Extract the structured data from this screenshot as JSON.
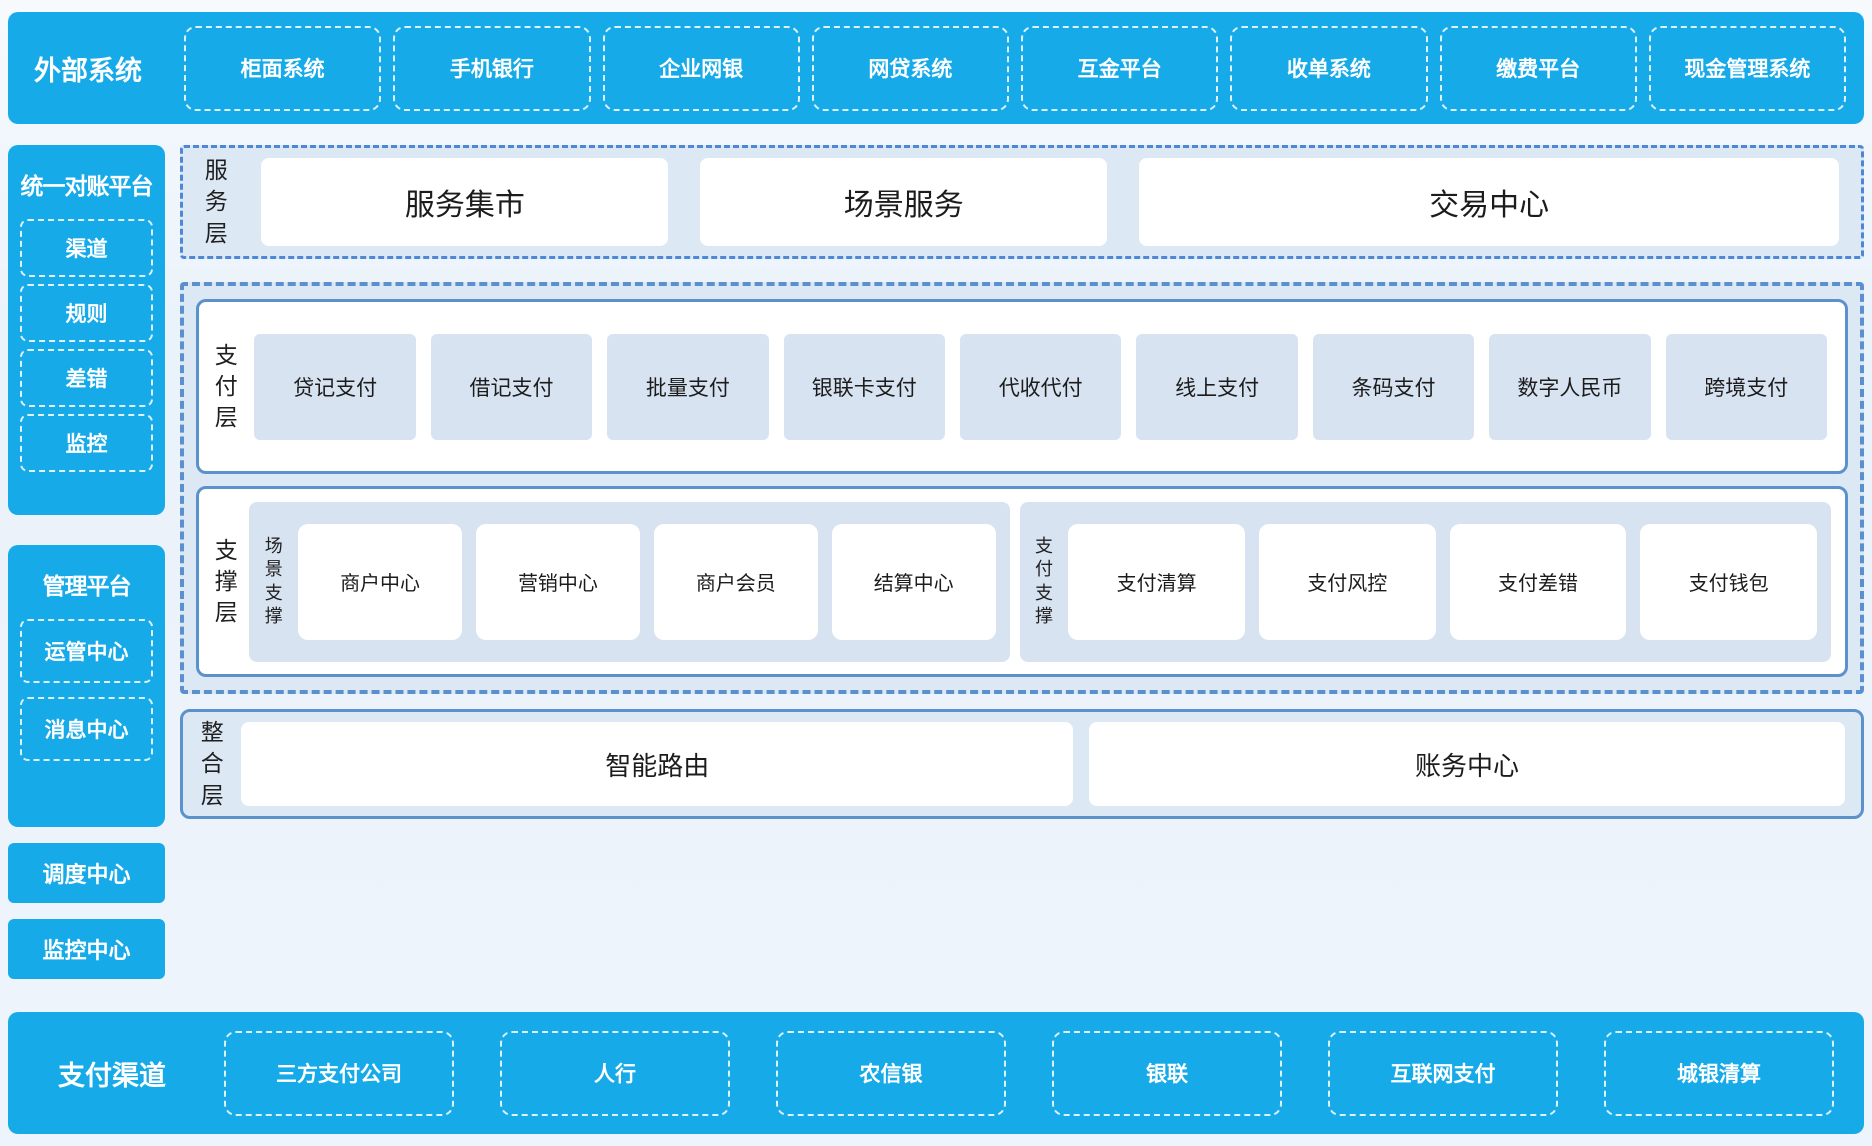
{
  "colors": {
    "brand_blue": "#17aae9",
    "panel_light_blue": "#dde8f5",
    "inner_box_blue": "#d8e3f1",
    "border_blue": "#5c92cc",
    "dashed_border_blue": "#5b90d0",
    "page_bg": "#eef4fb",
    "text_dark": "#1c1c1c",
    "text_white": "#ffffff"
  },
  "top_bar": {
    "title": "外部系统",
    "items": [
      "柜面系统",
      "手机银行",
      "企业网银",
      "网贷系统",
      "互金平台",
      "收单系统",
      "缴费平台",
      "现金管理系统"
    ]
  },
  "sidebar": {
    "reconciliation_panel": {
      "title": "统一对账平台",
      "items": [
        "渠道",
        "规则",
        "差错",
        "监控"
      ]
    },
    "management_panel": {
      "title": "管理平台",
      "items": [
        "运管中心",
        "消息中心"
      ]
    },
    "solo_items": [
      "调度中心",
      "监控中心"
    ]
  },
  "layers": {
    "service": {
      "label": "服务层",
      "boxes": [
        "服务集市",
        "场景服务",
        "交易中心"
      ]
    },
    "payment": {
      "label": "支付层",
      "boxes": [
        "贷记支付",
        "借记支付",
        "批量支付",
        "银联卡支付",
        "代收代付",
        "线上支付",
        "条码支付",
        "数字人民币",
        "跨境支付"
      ]
    },
    "support": {
      "label": "支撑层",
      "groups": [
        {
          "label": "场景支撑",
          "boxes": [
            "商户中心",
            "营销中心",
            "商户会员",
            "结算中心"
          ]
        },
        {
          "label": "支付支撑",
          "boxes": [
            "支付清算",
            "支付风控",
            "支付差错",
            "支付钱包"
          ]
        }
      ]
    },
    "integration": {
      "label": "整合层",
      "boxes": [
        "智能路由",
        "账务中心"
      ]
    }
  },
  "bottom_bar": {
    "title": "支付渠道",
    "items": [
      "三方支付公司",
      "人行",
      "农信银",
      "银联",
      "互联网支付",
      "城银清算"
    ]
  }
}
